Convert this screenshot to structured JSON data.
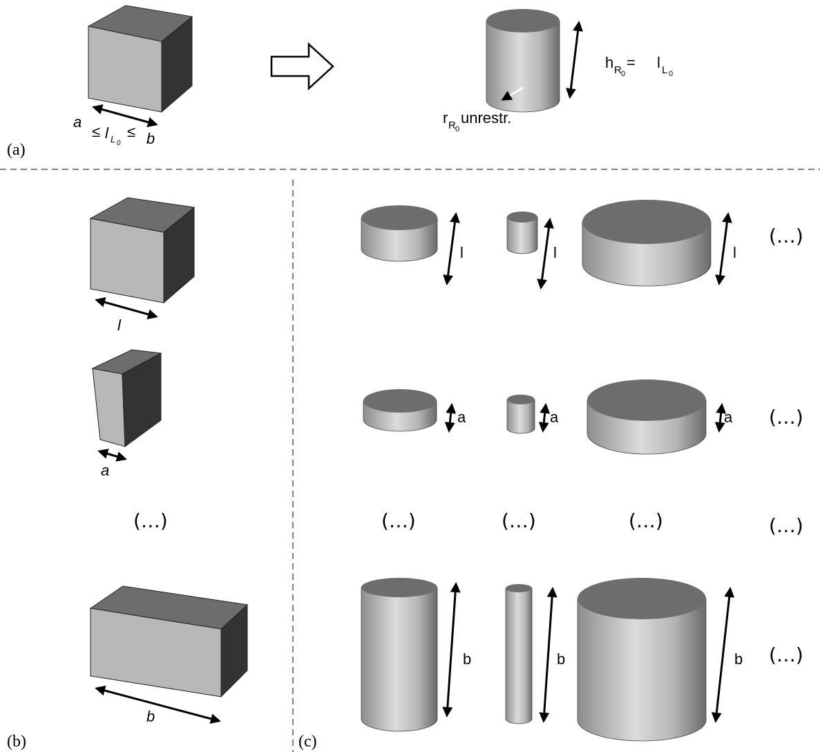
{
  "panel_labels": {
    "a": "(a)",
    "b": "(b)",
    "c": "(c)"
  },
  "panel_a": {
    "cube_range_a": "a",
    "cube_range_le1": "≤",
    "cube_range_var": "l",
    "cube_range_sub": "L",
    "cube_range_sub2": "0",
    "cube_range_le2": "≤",
    "cube_range_b": "b",
    "height_eq_h": "h",
    "height_eq_sub": "R",
    "height_eq_sub2": "0",
    "height_eq_eq": " =  ",
    "height_eq_l": "l",
    "height_eq_l_sub": "L",
    "height_eq_l_sub2": "0",
    "radius_r": "r",
    "radius_sub": "R",
    "radius_sub2": "0",
    "radius_text": " unrestr."
  },
  "panel_b": {
    "label_l": "l",
    "label_a": "a",
    "ellipsis": "(…)",
    "label_b": "b"
  },
  "panel_c": {
    "row1_label": "l",
    "row2_label": "a",
    "row4_label": "b",
    "ellipsis": "(…)"
  },
  "colors": {
    "side_light": "#b8b8b8",
    "side_dark": "#333333",
    "top": "#6d6d6d"
  }
}
